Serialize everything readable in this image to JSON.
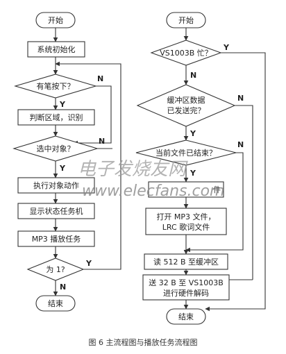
{
  "left_flow": {
    "start": "开始",
    "init": "系统初始化",
    "pen_down": "有笔按下？",
    "judge_area": "判断区域，识别",
    "object_selected": "选中对象？",
    "exec_action": "执行对象动作",
    "show_status": "显示状态任务机",
    "mp3_task": "MP3 播放任务",
    "is_one": "为 1?",
    "end": "结束"
  },
  "right_flow": {
    "start": "开始",
    "vs_busy": "VS1003B 忙？",
    "buffer_line1": "缓冲区数据",
    "buffer_line2": "已发送完？",
    "file_ended": "当前文件已结束？",
    "close_file_tail": "件",
    "open_line1": "打开 MP3 文件，",
    "open_line2": "LRC 歌词文件",
    "read_512": "读 512 B 至缓冲区",
    "send_line1": "送 32 B 至 VS1003B",
    "send_line2": "进行硬件解码",
    "end": "结束"
  },
  "branch_labels": {
    "yes": "Y",
    "no": "N"
  },
  "watermark": {
    "logo": "电子发烧友网",
    "url": "www.elecfans.com"
  },
  "caption": "图 6   主流程图与播放任务流程图"
}
